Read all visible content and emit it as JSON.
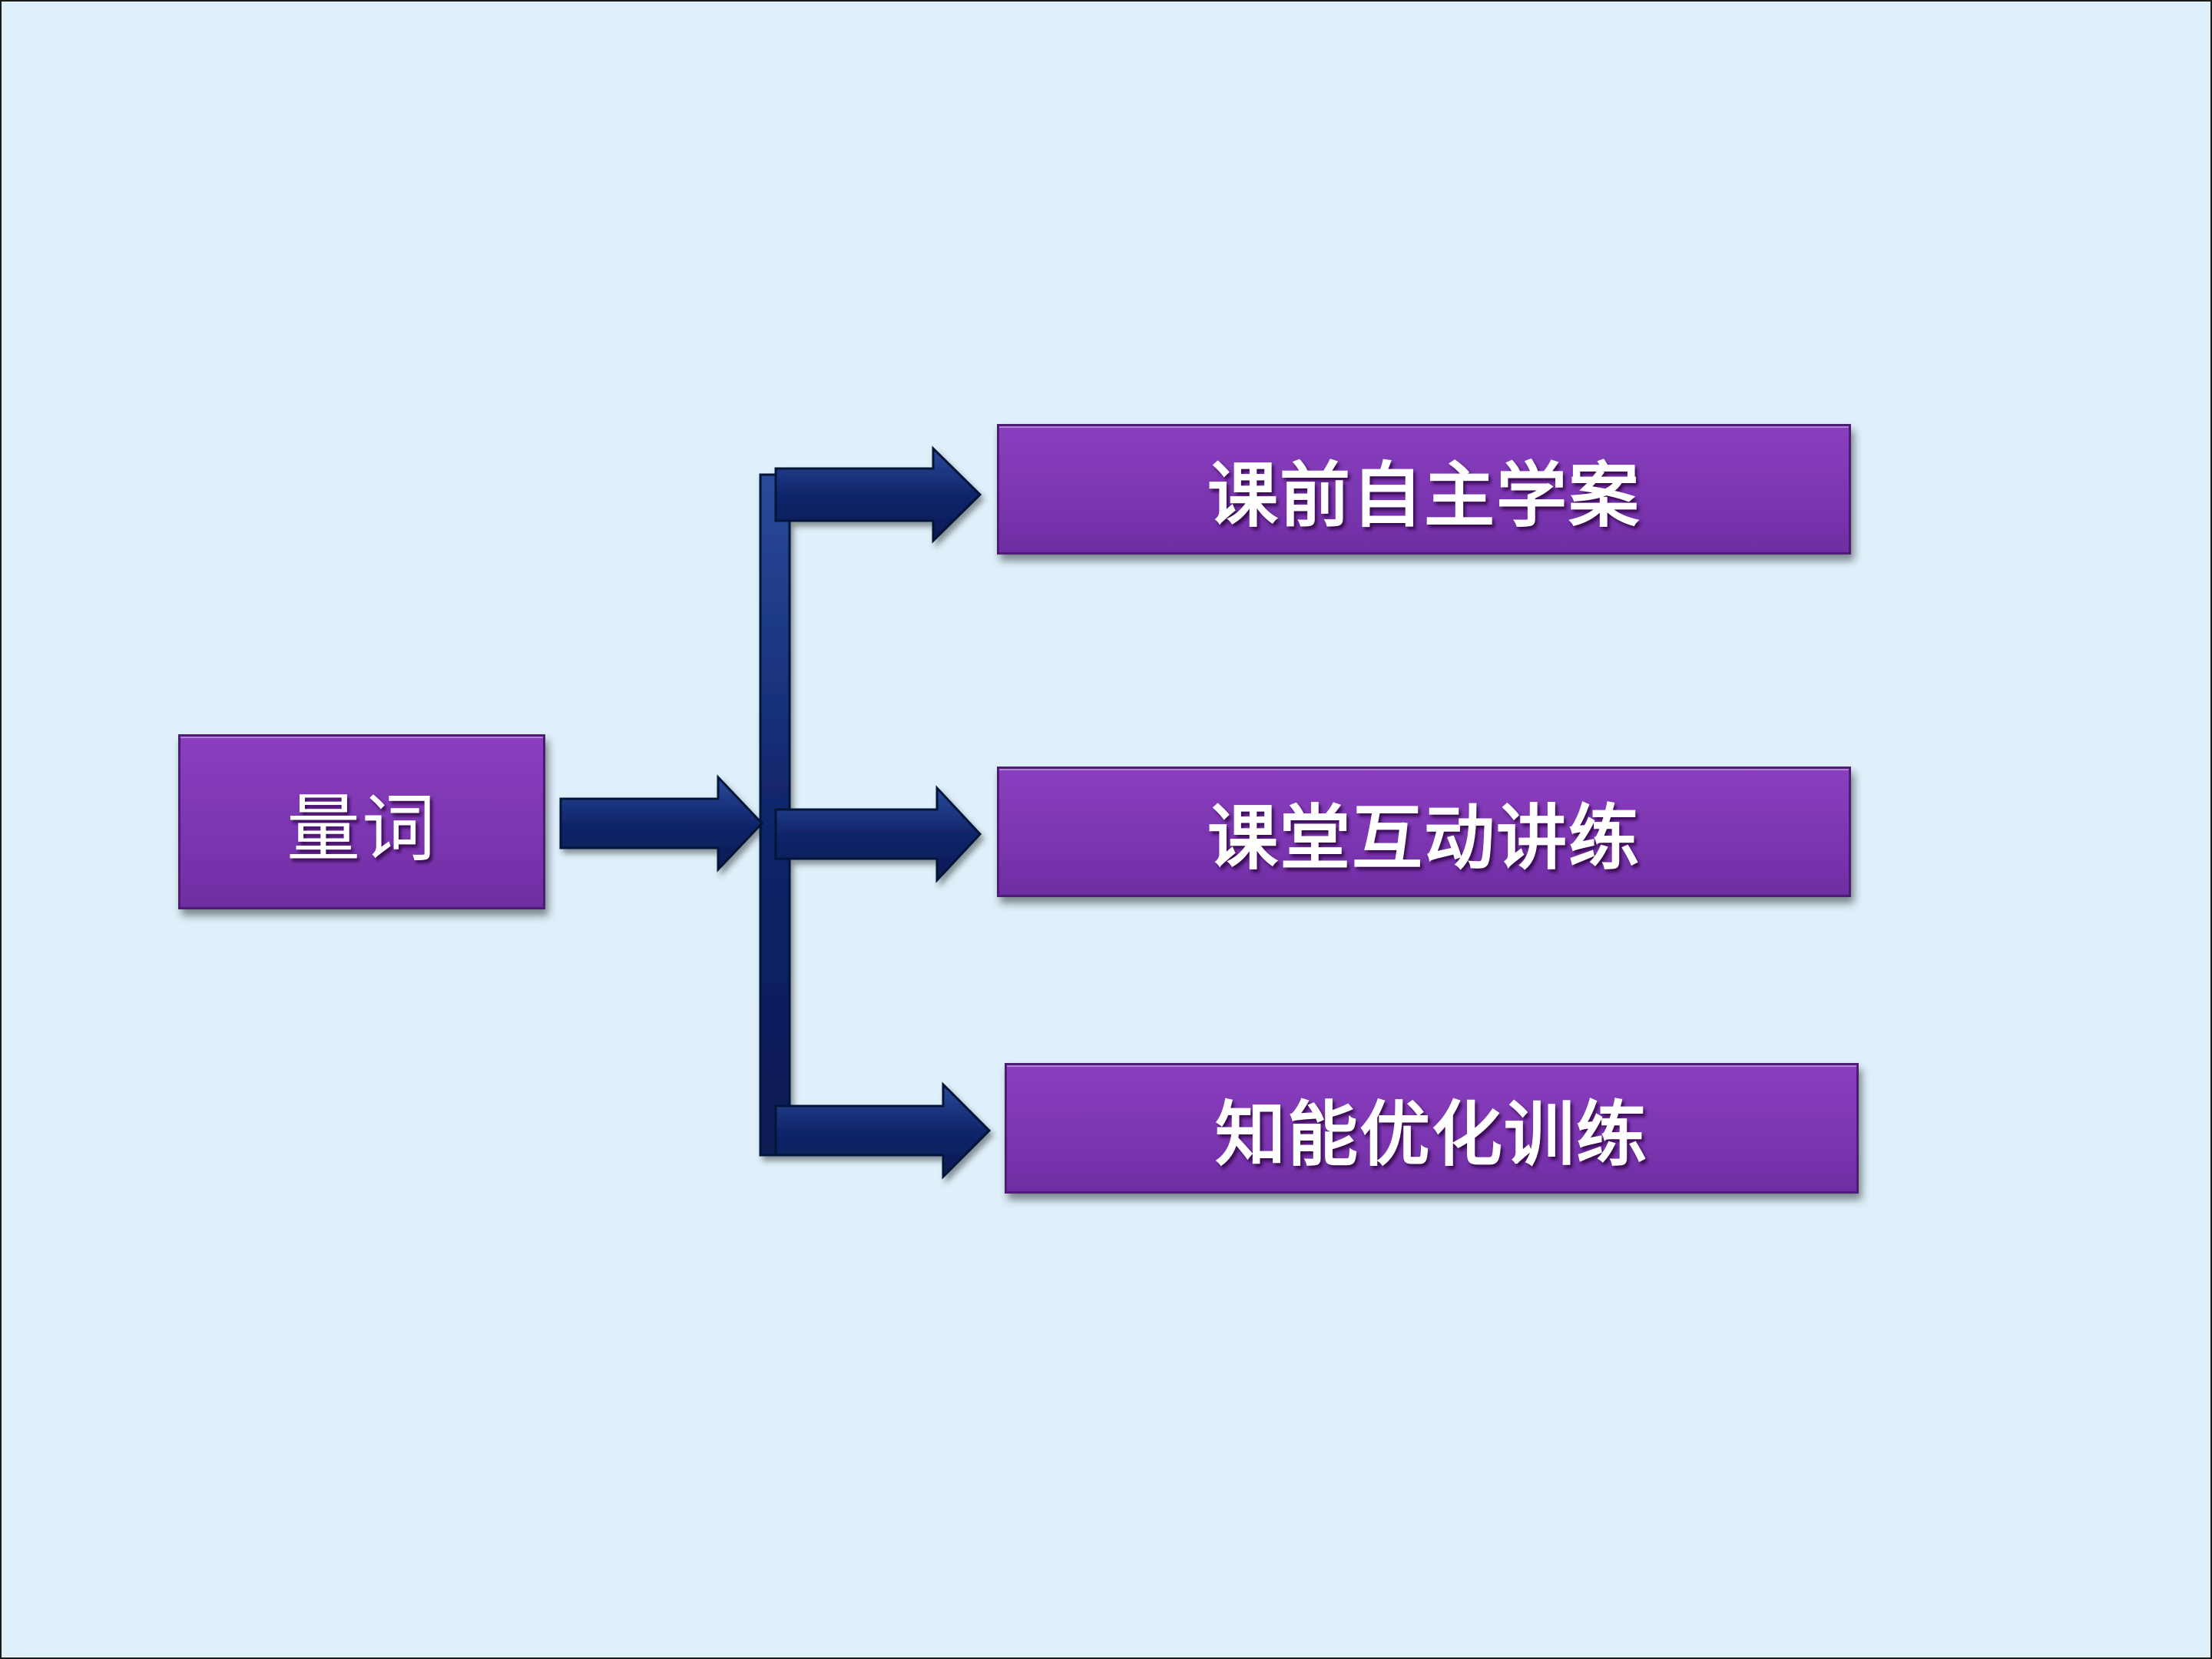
{
  "diagram": {
    "root": {
      "label": "量词"
    },
    "items": [
      {
        "label": "课前自主学案"
      },
      {
        "label": "课堂互动讲练"
      },
      {
        "label": "知能优化训练"
      }
    ]
  },
  "colors": {
    "background": "#dff0fa",
    "box_fill": "#7b35b0",
    "box_text": "#ffffff",
    "arrow_fill": "#10256b"
  }
}
